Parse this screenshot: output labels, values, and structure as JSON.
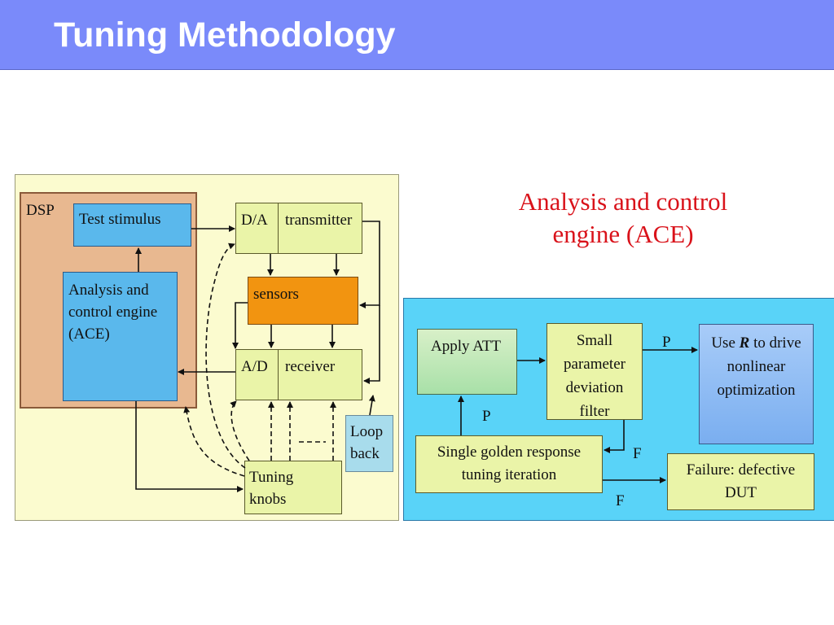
{
  "header": {
    "title": "Tuning Methodology"
  },
  "caption": "Analysis and control\nengine (ACE)",
  "left_diagram": {
    "dsp_label": "DSP",
    "test_stimulus": "Test stimulus",
    "ace": "Analysis and\ncontrol engine\n(ACE)",
    "da": "D/A",
    "transmitter": "transmitter",
    "sensors": "sensors",
    "ad": "A/D",
    "receiver": "receiver",
    "loop_back": "Loop\nback",
    "tuning_knobs": "Tuning\nknobs"
  },
  "right_diagram": {
    "apply_att": "Apply ATT",
    "small_filter": "Small\nparameter\ndeviation\nfilter",
    "use_r_prefix": "Use ",
    "use_r_var": "R",
    "use_r_suffix": " to drive",
    "nonlinear": "nonlinear\noptimization",
    "single_golden": "Single golden response\ntuning iteration",
    "failure": "Failure: defective\nDUT",
    "p_top": "P",
    "p_left": "P",
    "f_mid": "F",
    "f_bottom": "F"
  },
  "colors": {
    "header_bg": "#7a8afa",
    "caption": "#d9121a",
    "left_bg": "#fbfbcf",
    "right_bg": "#59d3f8",
    "dsp": "#e8b890",
    "blue_box": "#5ab8ec",
    "green_box": "#eaf4a8",
    "sensors": "#f29410",
    "loop_back": "#a8dcec"
  }
}
